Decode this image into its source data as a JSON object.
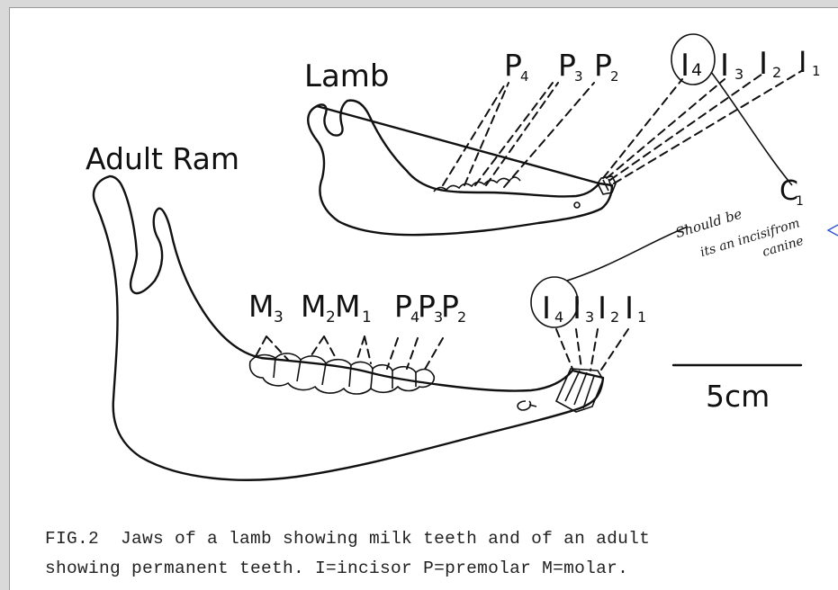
{
  "labels": {
    "lamb_title": "Lamb",
    "adult_title": "Adult Ram",
    "scale": "5cm"
  },
  "lamb_teeth": {
    "P4": {
      "base": "P",
      "sub": "4"
    },
    "P3": {
      "base": "P",
      "sub": "3"
    },
    "P2": {
      "base": "P",
      "sub": "2"
    },
    "I4": {
      "base": "I",
      "sub": "4"
    },
    "I3": {
      "base": "I",
      "sub": "3"
    },
    "I2": {
      "base": "I",
      "sub": "2"
    },
    "I1": {
      "base": "I",
      "sub": "1"
    }
  },
  "adult_teeth": {
    "M3": {
      "base": "M",
      "sub": "3"
    },
    "M2": {
      "base": "M",
      "sub": "2"
    },
    "M1": {
      "base": "M",
      "sub": "1"
    },
    "P4": {
      "base": "P",
      "sub": "4"
    },
    "P3": {
      "base": "P",
      "sub": "3"
    },
    "P2": {
      "base": "P",
      "sub": "2"
    },
    "I4": {
      "base": "I",
      "sub": "4"
    },
    "I3": {
      "base": "I",
      "sub": "3"
    },
    "I2": {
      "base": "I",
      "sub": "2"
    },
    "I1": {
      "base": "I",
      "sub": "1"
    }
  },
  "annotation": {
    "c1": {
      "base": "C",
      "sub": "1"
    },
    "line1": "Should be",
    "line2": "its an incisifrom",
    "line3": "canine"
  },
  "caption": {
    "line1": "FIG.2  Jaws of a lamb showing milk teeth and of an adult",
    "line2": "showing permanent teeth. I=incisor P=premolar M=molar."
  }
}
